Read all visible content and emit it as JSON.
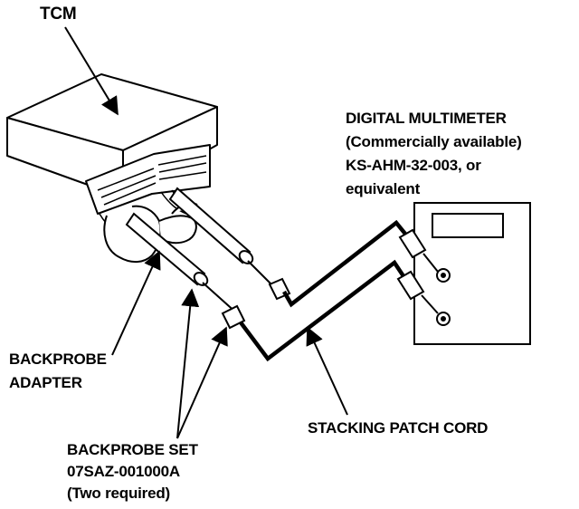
{
  "labels": {
    "tcm": "TCM",
    "multimeter": {
      "line1": "DIGITAL MULTIMETER",
      "line2": "(Commercially available)",
      "line3": "KS-AHM-32-003, or",
      "line4": "equivalent"
    },
    "backprobe_adapter": {
      "line1": "BACKPROBE",
      "line2": "ADAPTER"
    },
    "backprobe_set": {
      "line1": "BACKPROBE SET",
      "line2": "07SAZ-001000A",
      "line3": "(Two required)"
    },
    "patch_cord": "STACKING PATCH CORD"
  },
  "colors": {
    "ink": "#000000",
    "paper": "#ffffff"
  }
}
